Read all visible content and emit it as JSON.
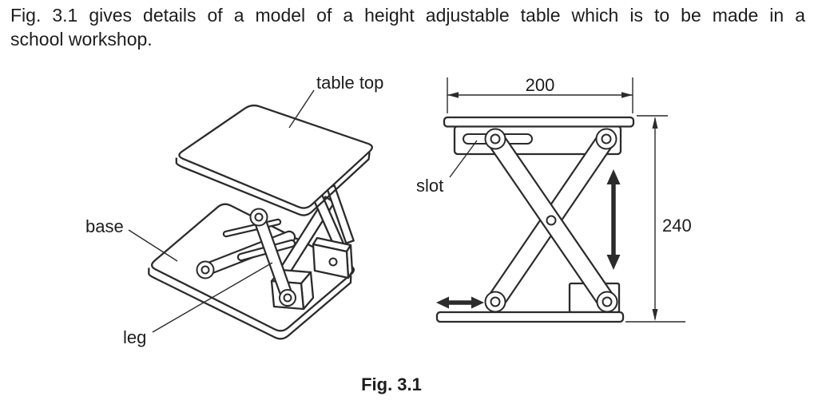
{
  "intro": {
    "line1": "Fig. 3.1 gives details of a model of a height adjustable table which is to be made in a",
    "line2": "school workshop."
  },
  "iso_view": {
    "labels": {
      "table_top": "table top",
      "base": "base",
      "leg": "leg"
    }
  },
  "side_view": {
    "labels": {
      "slot": "slot"
    },
    "dimensions": {
      "width": "200",
      "height": "240"
    }
  },
  "caption": "Fig. 3.1",
  "colors": {
    "background": "#ffffff",
    "line": "#2b2b2b",
    "text": "#1d1d1d"
  }
}
